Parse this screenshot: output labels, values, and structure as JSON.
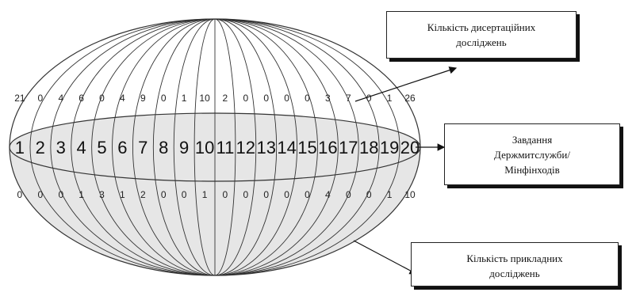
{
  "labels": {
    "top": [
      "Кількість дисертаційних",
      "досліджень"
    ],
    "middle": [
      "Завдання",
      "Держмитслужби/",
      "Мінфінходів"
    ],
    "bottom": [
      "Кількість прикладних",
      "досліджень"
    ]
  },
  "index_numbers": [
    "1",
    "2",
    "3",
    "4",
    "5",
    "6",
    "7",
    "8",
    "9",
    "10",
    "11",
    "12",
    "13",
    "14",
    "15",
    "16",
    "17",
    "18",
    "19",
    "20"
  ],
  "top_values": [
    "21",
    "0",
    "4",
    "6",
    "0",
    "4",
    "9",
    "0",
    "1",
    "10",
    "2",
    "0",
    "0",
    "0",
    "0",
    "3",
    "7",
    "0",
    "1",
    "26"
  ],
  "bottom_values": [
    "0",
    "0",
    "0",
    "1",
    "3",
    "1",
    "2",
    "0",
    "0",
    "1",
    "0",
    "0",
    "0",
    "0",
    "0",
    "4",
    "0",
    "0",
    "1",
    "10"
  ],
  "colors": {
    "fill_lower": "#e6e6e6",
    "lines": "#333333"
  }
}
